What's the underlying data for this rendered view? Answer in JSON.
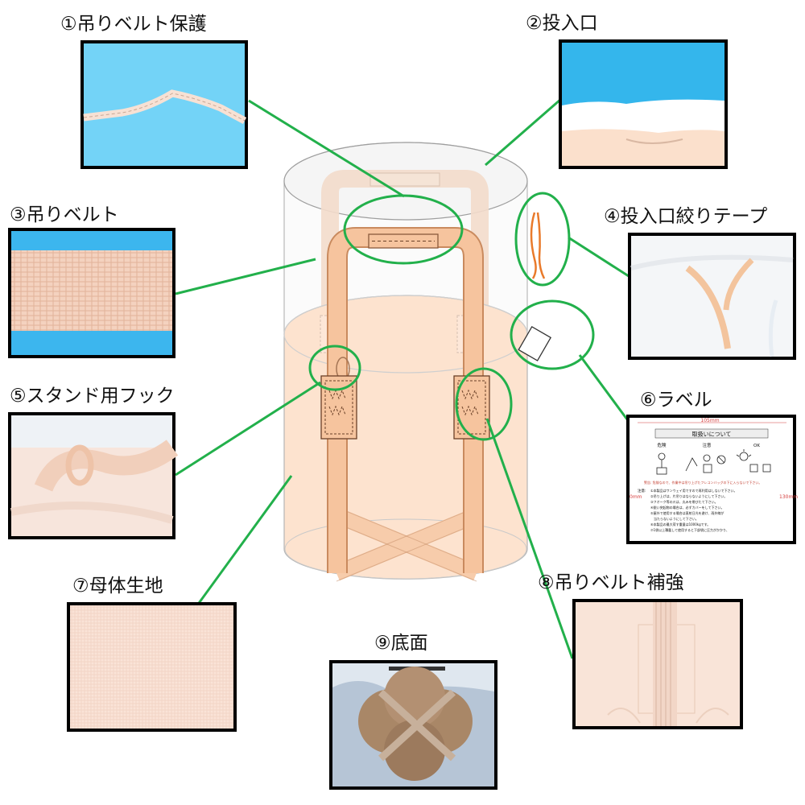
{
  "colors": {
    "leader": "#22b04b",
    "bag_body": "#fde3cf",
    "belt": "#f6c49e",
    "belt_edge": "#c98a5e",
    "sky_blue": "#3fb8ec",
    "photo_border": "#000000"
  },
  "parts": [
    {
      "id": "p1",
      "label": "①吊りベルト保護"
    },
    {
      "id": "p2",
      "label": "②投入口"
    },
    {
      "id": "p3",
      "label": "③吊りベルト"
    },
    {
      "id": "p4",
      "label": "④投入口絞りテープ"
    },
    {
      "id": "p5",
      "label": "⑤スタンド用フック"
    },
    {
      "id": "p6",
      "label": "⑥ラベル"
    },
    {
      "id": "p7",
      "label": "⑦母体生地"
    },
    {
      "id": "p8",
      "label": "⑧吊りベルト補強"
    },
    {
      "id": "p9",
      "label": "⑨底面"
    }
  ],
  "label_card": {
    "width_text": "105mm",
    "height_text": "130mm",
    "side_text": "0mm",
    "title": "取扱いについて",
    "col_danger": "危険",
    "col_caution": "注意",
    "col_ok": "OK",
    "warning_text": "警告: 危険なので、作業中は吊り上げたフレコンバッグの下に入らないで下さい。",
    "notes_heading": "注意:",
    "notes": [
      "①本製品はワンウェイ用ですので再利用はしないで下さい。",
      "②吊り上げは、片吊りはならないようにして下さい。",
      "③フオーク等の爪は、丸みを帯びたて下さい。",
      "④鋭い突起物の場合は、必ずカバーをして下さい。",
      "⑤屋外で使用する場合は直射日光を避け、雨外線が",
      "　当たらないようにして下さい。",
      "⑥本製品の最大荷す重量は1000kgです。",
      "⑦1袋以上積載して使用すると下部袋に圧力がかかり、"
    ]
  }
}
